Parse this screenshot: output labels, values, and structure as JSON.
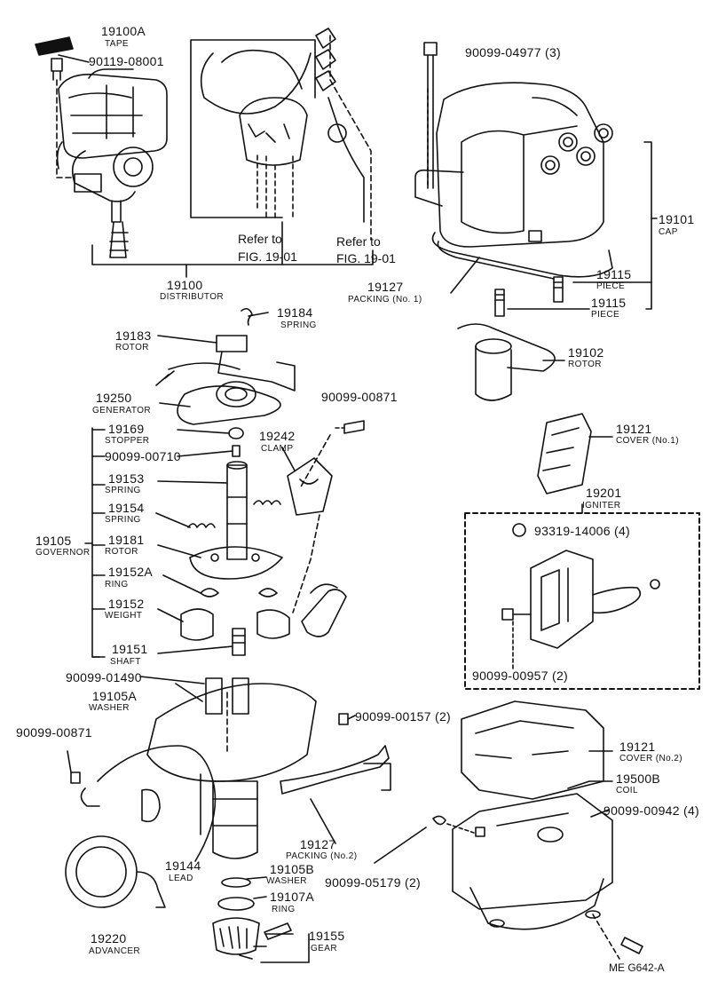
{
  "diagram_id": "ME  G642-A",
  "parts": [
    {
      "id": "p19100A",
      "number": "19100A",
      "name": "TAPE"
    },
    {
      "id": "p90119",
      "number": "90119-08001",
      "name": ""
    },
    {
      "id": "p19100",
      "number": "19100",
      "name": "DISTRIBUTOR"
    },
    {
      "id": "p90099_04977",
      "number": "90099-04977 (3)",
      "name": ""
    },
    {
      "id": "p19101",
      "number": "19101",
      "name": "CAP"
    },
    {
      "id": "p19115a",
      "number": "19115",
      "name": "PIECE"
    },
    {
      "id": "p19115b",
      "number": "19115",
      "name": "PIECE"
    },
    {
      "id": "p19127a",
      "number": "19127",
      "name": "PACKING (No. 1)"
    },
    {
      "id": "p19184",
      "number": "19184",
      "name": "SPRING"
    },
    {
      "id": "p19183",
      "number": "19183",
      "name": "ROTOR"
    },
    {
      "id": "p19102",
      "number": "19102",
      "name": "ROTOR"
    },
    {
      "id": "p19250",
      "number": "19250",
      "name": "GENERATOR"
    },
    {
      "id": "p90099_00871a",
      "number": "90099-00871",
      "name": ""
    },
    {
      "id": "p19169",
      "number": "19169",
      "name": "STOPPER"
    },
    {
      "id": "p19242",
      "number": "19242",
      "name": "CLAMP"
    },
    {
      "id": "p90099_00710",
      "number": "90099-00710",
      "name": ""
    },
    {
      "id": "p19121a",
      "number": "19121",
      "name": "COVER (No.1)"
    },
    {
      "id": "p19153",
      "number": "19153",
      "name": "SPRING"
    },
    {
      "id": "p19201",
      "number": "19201",
      "name": "IGNITER"
    },
    {
      "id": "p19154",
      "number": "19154",
      "name": "SPRING"
    },
    {
      "id": "p93319",
      "number": "93319-14006 (4)",
      "name": ""
    },
    {
      "id": "p19105",
      "number": "19105",
      "name": "GOVERNOR"
    },
    {
      "id": "p19181",
      "number": "19181",
      "name": "ROTOR"
    },
    {
      "id": "p19152A",
      "number": "19152A",
      "name": "RING"
    },
    {
      "id": "p19152",
      "number": "19152",
      "name": "WEIGHT"
    },
    {
      "id": "p19151",
      "number": "19151",
      "name": "SHAFT"
    },
    {
      "id": "p90099_00957",
      "number": "90099-00957 (2)",
      "name": ""
    },
    {
      "id": "p90099_01490",
      "number": "90099-01490",
      "name": ""
    },
    {
      "id": "p19105A",
      "number": "19105A",
      "name": "WASHER"
    },
    {
      "id": "p90099_00157",
      "number": "90099-00157 (2)",
      "name": ""
    },
    {
      "id": "p90099_00871b",
      "number": "90099-00871",
      "name": ""
    },
    {
      "id": "p19121b",
      "number": "19121",
      "name": "COVER (No.2)"
    },
    {
      "id": "p19500B",
      "number": "19500B",
      "name": "COIL"
    },
    {
      "id": "p90099_00942",
      "number": "90099-00942 (4)",
      "name": ""
    },
    {
      "id": "p19127b",
      "number": "19127",
      "name": "PACKING (No.2)"
    },
    {
      "id": "p19144",
      "number": "19144",
      "name": "LEAD"
    },
    {
      "id": "p19105B",
      "number": "19105B",
      "name": "WASHER"
    },
    {
      "id": "p90099_05179",
      "number": "90099-05179 (2)",
      "name": ""
    },
    {
      "id": "p19107A",
      "number": "19107A",
      "name": "RING"
    },
    {
      "id": "p19220",
      "number": "19220",
      "name": "ADVANCER"
    },
    {
      "id": "p19155",
      "number": "19155",
      "name": "GEAR"
    }
  ],
  "references": [
    {
      "id": "r1",
      "line1": "Refer to",
      "line2": "FIG. 19-01"
    },
    {
      "id": "r2",
      "line1": "Refer to",
      "line2": "FIG. 19-01"
    }
  ]
}
